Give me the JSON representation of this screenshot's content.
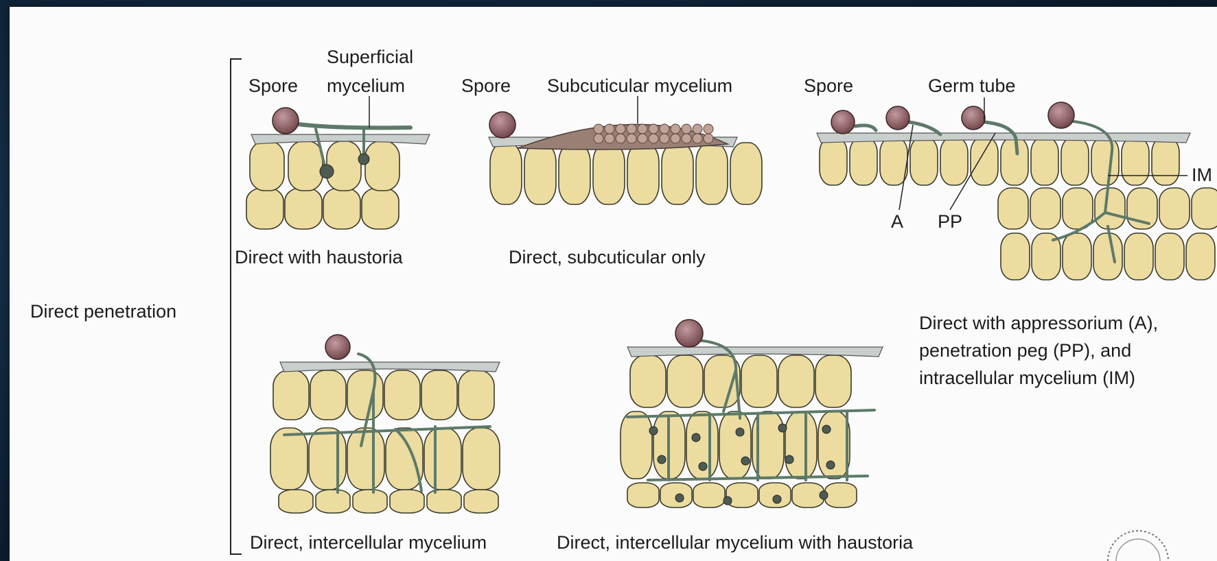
{
  "side_label": "Direct penetration",
  "panels": {
    "haustoria": {
      "label_spore": "Spore",
      "label_superficial_1": "Superficial",
      "label_superficial_2": "mycelium",
      "caption": "Direct with haustoria"
    },
    "subcuticular": {
      "label_spore": "Spore",
      "label_mycelium": "Subcuticular mycelium",
      "caption": "Direct, subcuticular only"
    },
    "appressorium": {
      "label_spore": "Spore",
      "label_germ_tube": "Germ tube",
      "label_im": "IM",
      "label_a": "A",
      "label_pp": "PP",
      "caption_line1": "Direct with appressorium (A),",
      "caption_line2": "penetration peg (PP), and",
      "caption_line3": "intracellular mycelium (IM)"
    },
    "intercellular": {
      "caption": "Direct, intercellular mycelium"
    },
    "intercellular_haustoria": {
      "caption": "Direct, intercellular mycelium with haustoria"
    }
  },
  "colors": {
    "cell_fill": "#ecdca0",
    "cell_stroke": "#3a3a2a",
    "cuticle": "#c9cfcc",
    "hypha": "#5d7a68",
    "spore": "#8a5a5e",
    "background": "#0f2035"
  }
}
